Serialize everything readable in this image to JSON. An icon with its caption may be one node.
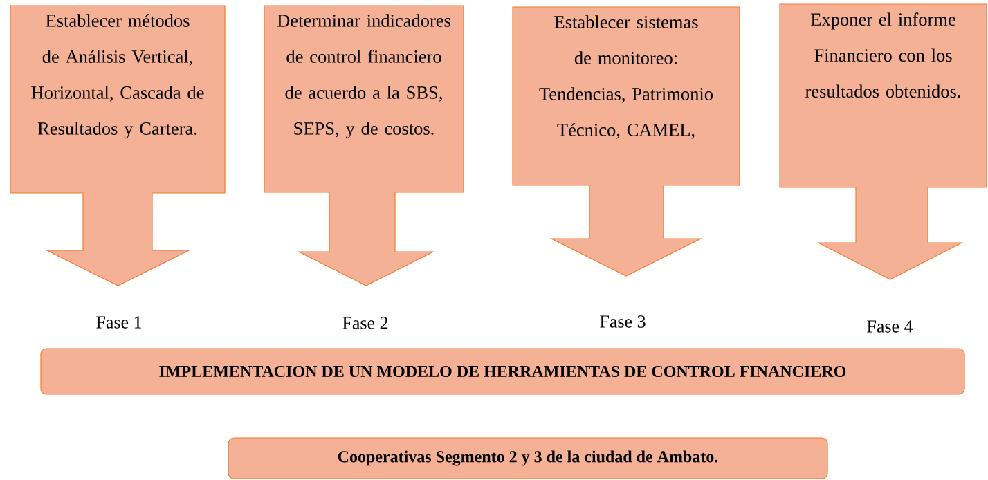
{
  "diagram": {
    "nodes": [
      {
        "text": [
          "Establecer métodos de Análisis Vertical, Horizontal, Cascada de Resultados y Cartera."
        ]
      },
      {
        "text": [
          "Determinar indicadores de control financiero de acuerdo a la SBS, SEPS, y de costos."
        ]
      },
      {
        "text": [
          "Establecer sistemas de monitoreo: Tendencias, Patrimonio Técnico, CAMEL,"
        ]
      },
      {
        "text": [
          "Exponer el informe Financiero con los resultados obtenidos."
        ]
      },
      {
        "text": [
          "IMPLEMENTACION DE UN MODELO DE HERRAMIENTAS  DE CONTROL FINANCIERO"
        ]
      },
      {
        "text": [
          "Cooperativas Segmento 2 y 3 de la ciudad de Ambato."
        ]
      }
    ],
    "labels": [
      "Fase 1",
      "Fase 2",
      "Fase 3",
      "Fase 4"
    ]
  }
}
